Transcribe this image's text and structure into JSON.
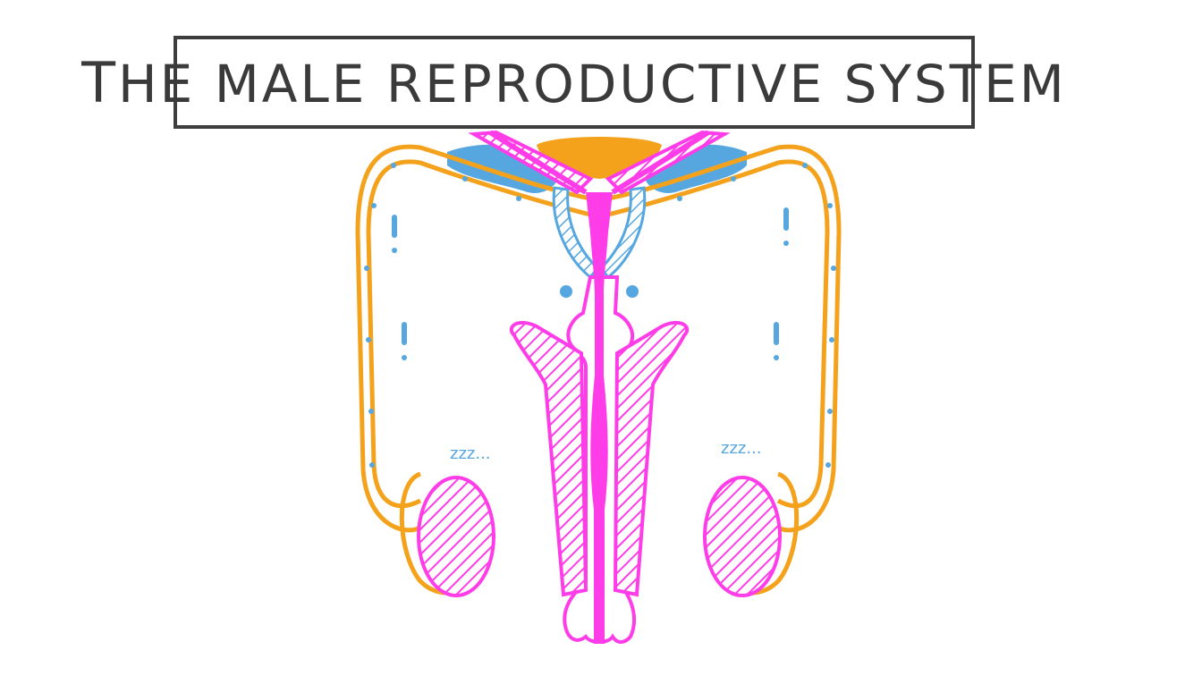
{
  "title": "The Male Reproductive System",
  "labels": {
    "sleep_left": "zzz...",
    "sleep_right": "zzz..."
  },
  "colors": {
    "outline": "#3d3d3d",
    "pink": "#ff3de8",
    "orange": "#f4a21c",
    "blue": "#56a7e0",
    "background": "#ffffff"
  },
  "icons": [
    "left-testis-icon",
    "right-testis-icon",
    "urethra-icon",
    "prostate-icon",
    "exclamation-icon",
    "sleep-icon"
  ]
}
